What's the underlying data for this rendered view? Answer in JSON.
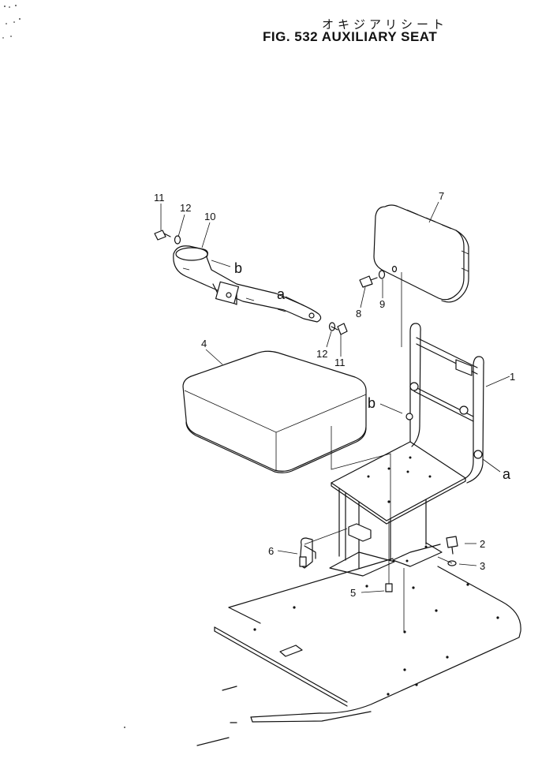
{
  "figure": {
    "title_jp": "オキジアリシート",
    "title_en": "FIG. 532  AUXILIARY SEAT"
  },
  "callouts": {
    "c1": "1",
    "c2": "2",
    "c3": "3",
    "c4": "4",
    "c5": "5",
    "c6": "6",
    "c7": "7",
    "c8": "8",
    "c9": "9",
    "c10": "10",
    "c11a": "11",
    "c11b": "11",
    "c12a": "12",
    "c12b": "12",
    "a1": "a",
    "a2": "a",
    "b1": "b",
    "b2": "b"
  }
}
